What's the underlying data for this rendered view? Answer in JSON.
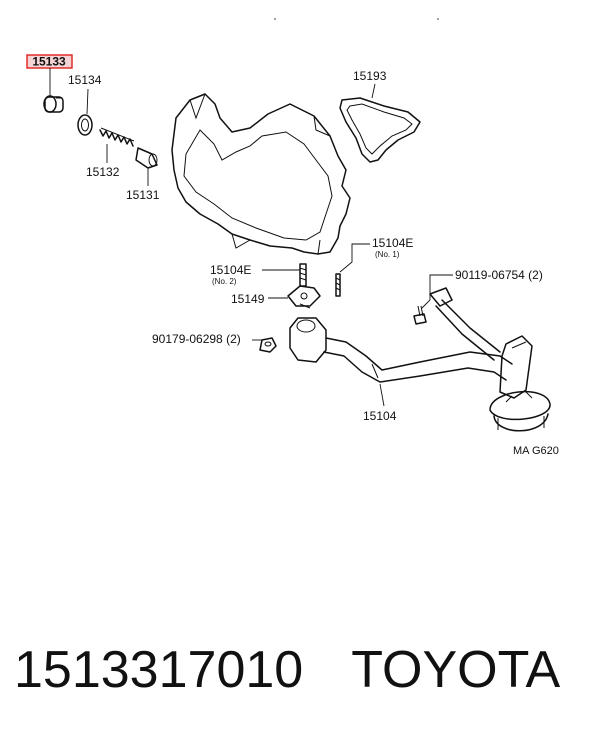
{
  "diagram": {
    "labels": {
      "p15133": "15133",
      "p15134": "15134",
      "p15132": "15132",
      "p15131": "15131",
      "p15193": "15193",
      "p15104E_no1": "15104E",
      "p15104E_no1_sub": "(No. 1)",
      "p15104E_no2": "15104E",
      "p15104E_no2_sub": "(No. 2)",
      "p15149": "15149",
      "p90119": "90119-06754 (2)",
      "p90179": "90179-06298 (2)",
      "p15104": "15104",
      "ref": "MA G620"
    },
    "highlight_color": "#e0201a"
  },
  "footer": {
    "part_number": "1513317010",
    "brand": "TOYOTA"
  }
}
